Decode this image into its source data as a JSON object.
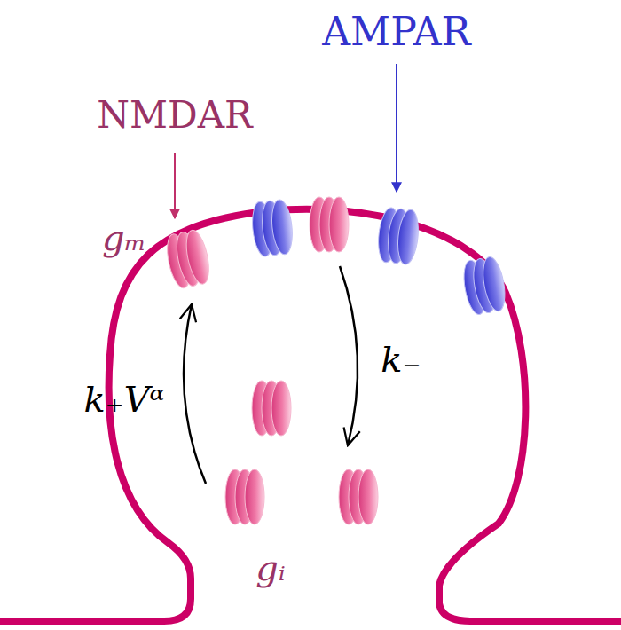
{
  "diagram": {
    "labels": [
      "AMPAR",
      "NMDAR",
      "gₘ",
      "k₊Vᵅ",
      "k₋",
      "gᵢ"
    ]
  }
}
